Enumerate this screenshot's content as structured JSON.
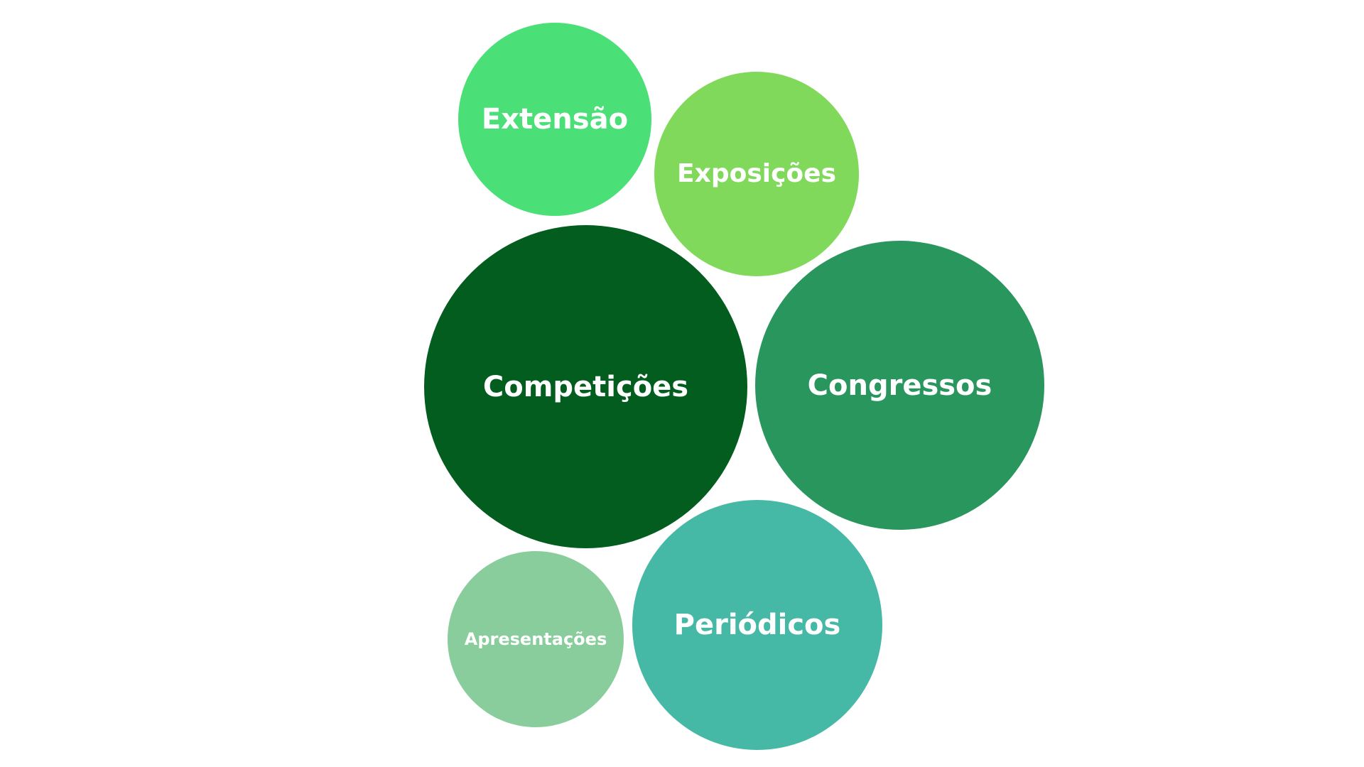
{
  "bubbles": {
    "extensao": {
      "label": "Extensão",
      "color": "#4ae077"
    },
    "exposicoes": {
      "label": "Exposições",
      "color": "#80d95a"
    },
    "competicoes": {
      "label": "Competições",
      "color": "#035d1f"
    },
    "congressos": {
      "label": "Congressos",
      "color": "#29965e"
    },
    "apresentacoes": {
      "label": "Apresentações",
      "color": "#8acd9c"
    },
    "periodicos": {
      "label": "Periódicos",
      "color": "#46b8a6"
    }
  }
}
